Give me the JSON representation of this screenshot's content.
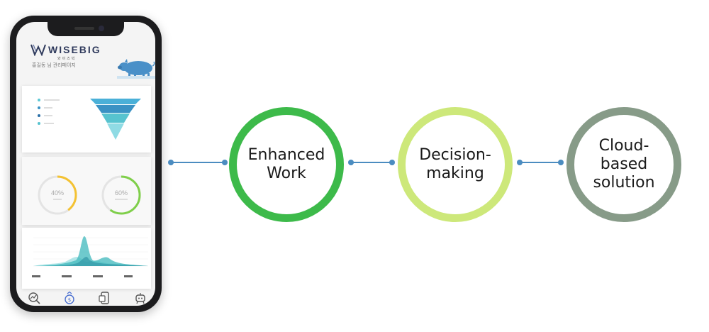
{
  "app": {
    "brand_name": "WISEBIG",
    "brand_sub": "와이즈빅",
    "greeting": "홍길동 님 관리페이지"
  },
  "gauges": [
    {
      "value_label": "40%",
      "fill": 0.4,
      "color": "#f4c232"
    },
    {
      "value_label": "60%",
      "fill": 0.6,
      "color": "#7fcf4a"
    }
  ],
  "funnel_colors": [
    "#4ab0d8",
    "#3a92c4",
    "#57c3cf",
    "#8fdbe4"
  ],
  "legend_colors": [
    "#5bc8d4",
    "#3a92c4",
    "#2b6fa8",
    "#57c3cf"
  ],
  "diagram": {
    "connector_color": "#4b8cc0",
    "nodes": [
      {
        "lines": [
          "Enhanced",
          "Work"
        ],
        "border_color": "#3dba4a"
      },
      {
        "lines": [
          "Decision-",
          "making"
        ],
        "border_color": "#cde87a"
      },
      {
        "lines": [
          "Cloud-",
          "based",
          "solution"
        ],
        "border_color": "#879b88"
      }
    ]
  },
  "icons": [
    "chart-search-icon",
    "money-growth-icon",
    "mobile-device-icon",
    "robot-icon",
    "pig-icon",
    "wisebig-logo-icon"
  ]
}
